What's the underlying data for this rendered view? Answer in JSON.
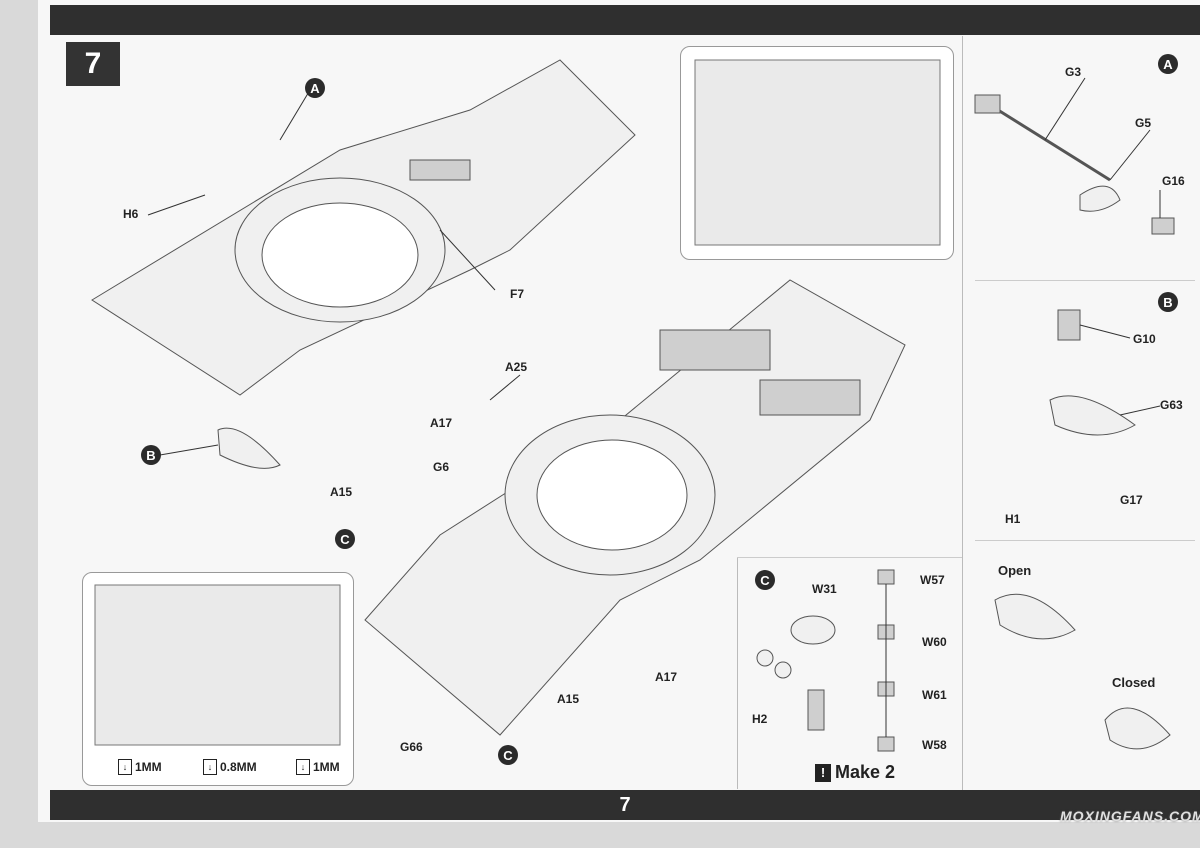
{
  "page_number": "7",
  "step_number": "7",
  "subassembly_markers": {
    "a": "A",
    "b": "B",
    "c": "C"
  },
  "main_labels": {
    "h6": "H6",
    "f7": "F7",
    "a25": "A25",
    "a17_top": "A17",
    "g6": "G6",
    "a15_top": "A15",
    "a17_right": "A17",
    "a15_bottom": "A15",
    "g66": "G66"
  },
  "panel_a": {
    "g3": "G3",
    "g5": "G5",
    "g16": "G16"
  },
  "panel_b": {
    "g10": "G10",
    "g63": "G63",
    "h1": "H1",
    "g17": "G17"
  },
  "panel_c": {
    "w31": "W31",
    "h2": "H2",
    "w57": "W57",
    "w60": "W60",
    "w61": "W61",
    "w58": "W58",
    "make_note": "Make 2",
    "make_bang": "!"
  },
  "hatch": {
    "open": "Open",
    "closed": "Closed"
  },
  "drill_notes": {
    "left": "1MM",
    "middle": "0.8MM",
    "right": "1MM"
  },
  "watermark": "MOXINGFANS.COM"
}
